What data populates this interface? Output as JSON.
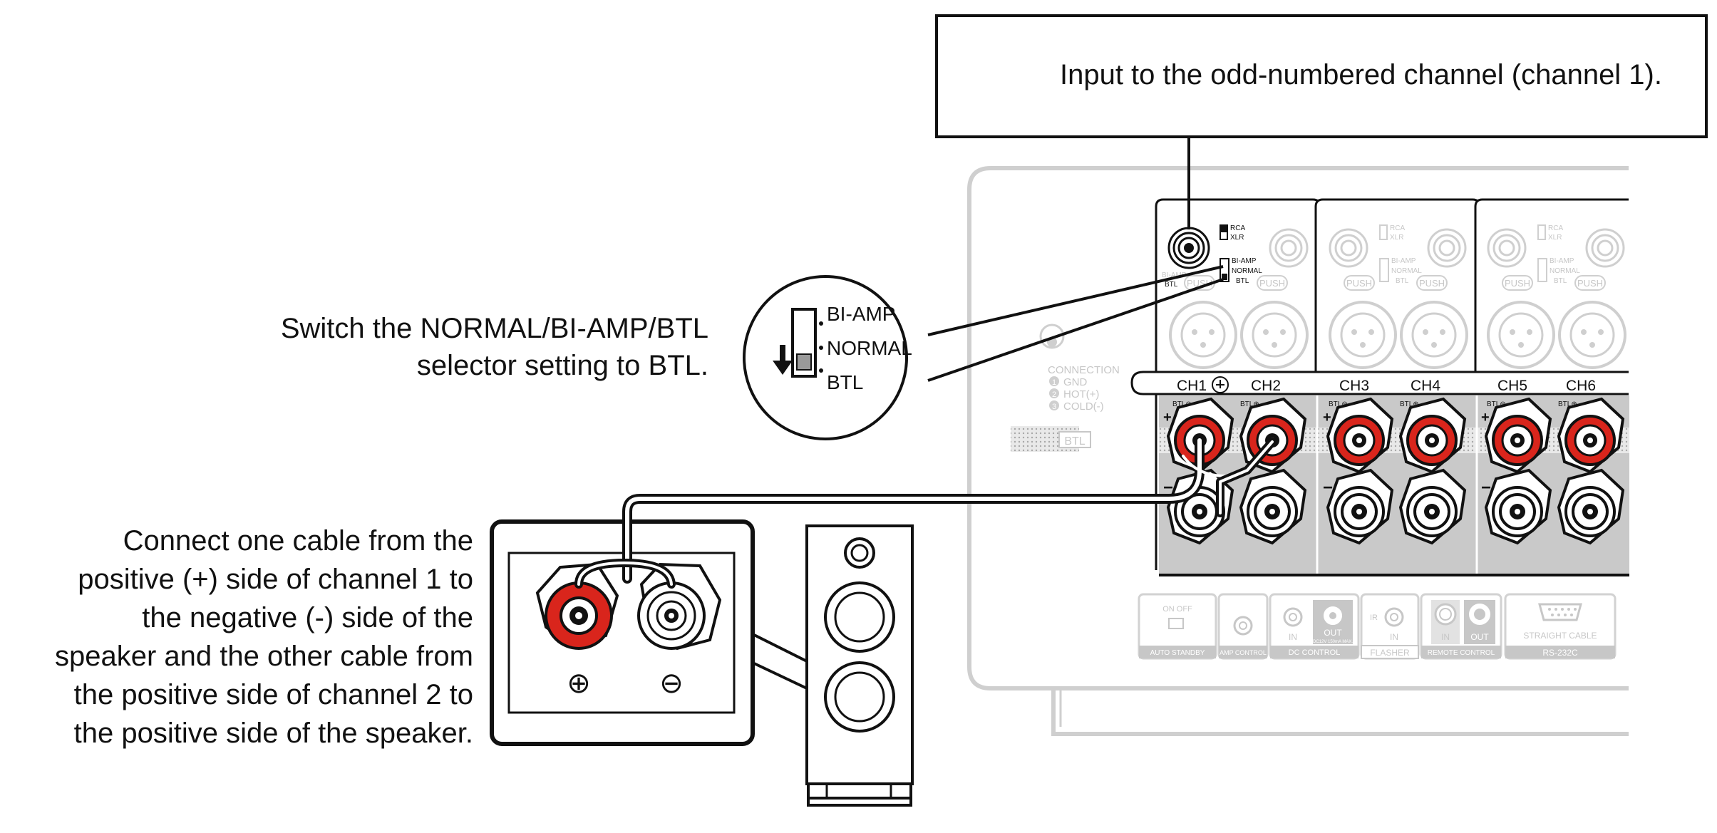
{
  "callouts": {
    "input": "Input to the odd-numbered channel (channel 1).",
    "switch": [
      "Switch the NORMAL/BI-AMP/BTL",
      "selector setting to BTL."
    ],
    "connect": [
      "Connect one cable from the",
      "positive (+) side of channel 1 to",
      "the negative (-) side of the",
      "speaker and the other cable from",
      "the positive side of channel 2 to",
      "the positive side of the speaker."
    ]
  },
  "selector_zoom": {
    "bi_amp": "BI-AMP",
    "normal": "NORMAL",
    "btl": "BTL"
  },
  "module": {
    "rca": "RCA",
    "xlr": "XLR",
    "bi_amp": "BI-AMP",
    "normal": "NORMAL",
    "btl": "BTL",
    "push": "PUSH",
    "bi_amp_side": "BI-AMP",
    "btl_side": "BTL",
    "btl_terminal": "BTL"
  },
  "channels": [
    "CH1",
    "CH2",
    "CH3",
    "CH4",
    "CH5",
    "CH6"
  ],
  "connection": {
    "title": "CONNECTION",
    "pins": [
      "GND",
      "HOT(+)",
      "COLD(-)"
    ]
  },
  "btl_band": "BTL",
  "controls": {
    "on_off": "ON OFF",
    "auto_standby": "AUTO STANDBY",
    "amp_control": "AMP CONTROL",
    "in": "IN",
    "out": "OUT",
    "dc_spec": "DC12V 150mA MAX.",
    "dc_control": "DC CONTROL",
    "ir": "IR",
    "flasher": "FLASHER",
    "remote_control": "REMOTE CONTROL",
    "straight_cable": "STRAIGHT CABLE",
    "rs232c": "RS-232C"
  },
  "speaker_terminals": {
    "plus": "⊕",
    "minus": "⊖"
  },
  "colors": {
    "red": "#d9251c",
    "line": "#111111",
    "gray": "#cfcfcf",
    "panel": "#c9c9c9"
  }
}
